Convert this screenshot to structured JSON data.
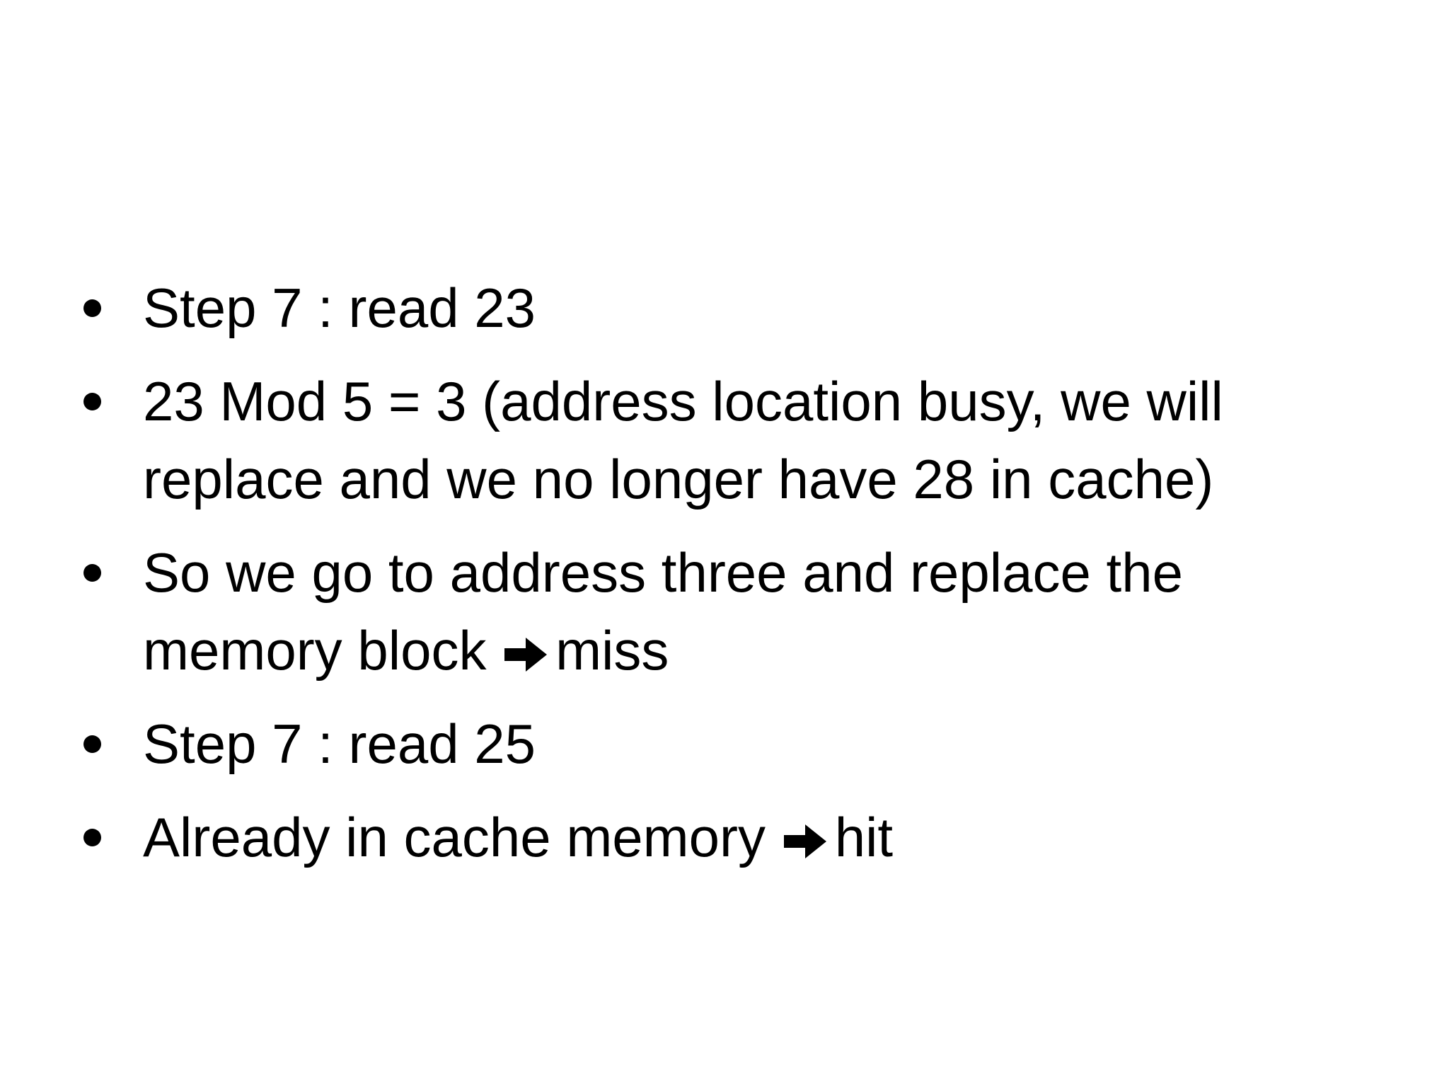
{
  "slide": {
    "bullets": [
      {
        "text": "Step 7 : read 23"
      },
      {
        "text": "23 Mod 5 = 3 (address location busy, we will replace and we no longer have 28 in cache)"
      },
      {
        "before": "So we go to address three and replace the memory block",
        "icon": "right-arrow-icon",
        "after": "miss"
      },
      {
        "text": "Step 7 : read 25"
      },
      {
        "before": "Already in cache memory",
        "icon": "right-arrow-icon",
        "after": "hit"
      }
    ]
  }
}
